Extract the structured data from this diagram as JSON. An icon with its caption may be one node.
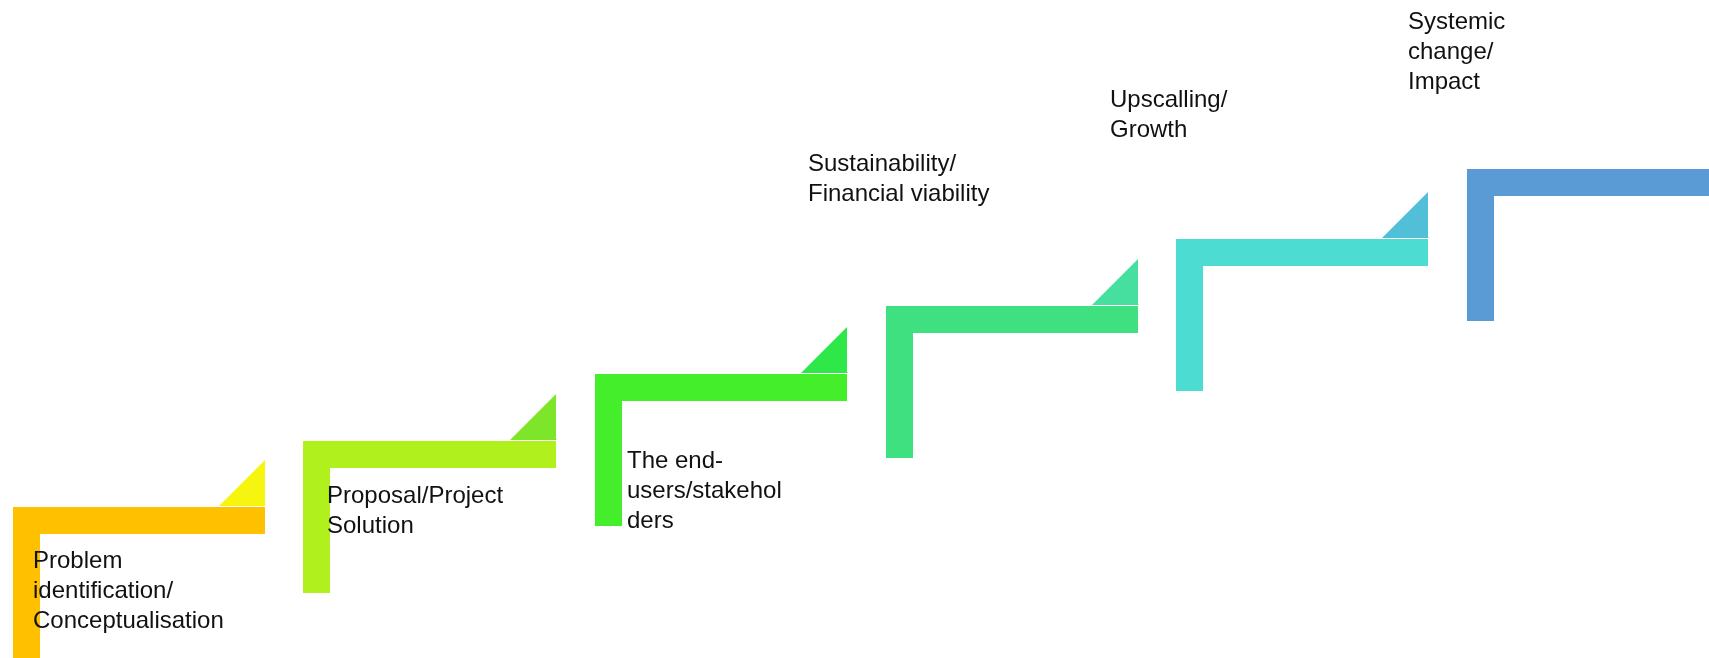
{
  "diagram": {
    "nodes": [
      {
        "text": [
          "Problem identification/ Conceptualisation"
        ]
      },
      {
        "text": [
          "Proposal/Project Solution"
        ]
      },
      {
        "text": [
          "The end-users/stakeholders"
        ]
      },
      {
        "text": [
          "Sustainability/ Financial viability"
        ]
      },
      {
        "text": [
          "Upscalling/ Growth"
        ]
      },
      {
        "text": [
          "Systemic change/ Impact"
        ]
      }
    ],
    "edges": [
      {
        "from": 0,
        "to": 1,
        "arrow": "to",
        "color": "#f5f510"
      },
      {
        "from": 1,
        "to": 2,
        "arrow": "to",
        "color": "#7ee62a"
      },
      {
        "from": 2,
        "to": 3,
        "arrow": "to",
        "color": "#2ee84a"
      },
      {
        "from": 3,
        "to": 4,
        "arrow": "to",
        "color": "#46dfa0"
      },
      {
        "from": 4,
        "to": 5,
        "arrow": "to",
        "color": "#52bfd8"
      }
    ]
  }
}
